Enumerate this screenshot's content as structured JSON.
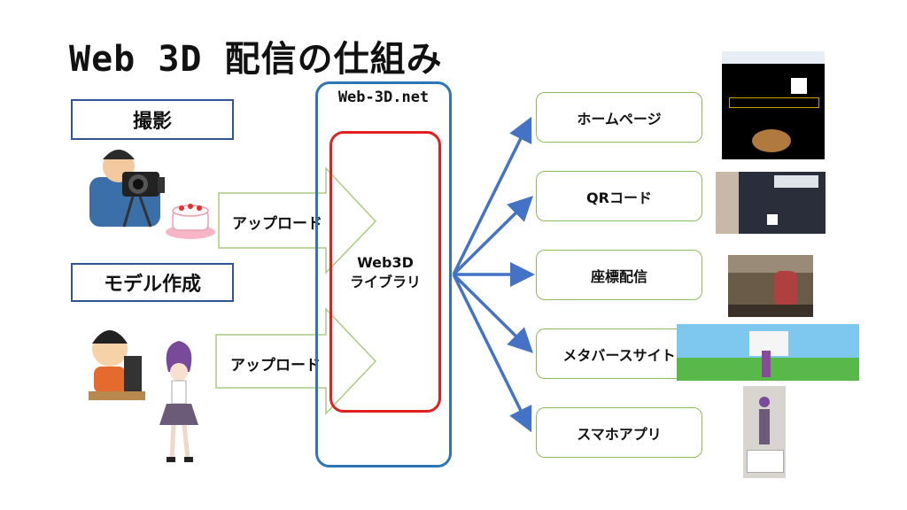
{
  "title": "Web 3D 配信の仕組み",
  "inputs": {
    "shooting_label": "撮影",
    "modeling_label": "モデル作成",
    "upload_label_1": "アップロード",
    "upload_label_2": "アップロード"
  },
  "platform": {
    "name": "Web-3D.net",
    "library_line1": "Web3D",
    "library_line2": "ライブラリ"
  },
  "outputs": [
    {
      "label": "ホームページ"
    },
    {
      "label": "QRコード"
    },
    {
      "label": "座標配信"
    },
    {
      "label": "メタバースサイト"
    },
    {
      "label": "スマホアプリ"
    }
  ],
  "colors": {
    "label_border": "#2f5597",
    "platform_border": "#2e75b6",
    "library_border": "#e02020",
    "output_border": "#8fbc5a",
    "arrow": "#4472c4"
  }
}
